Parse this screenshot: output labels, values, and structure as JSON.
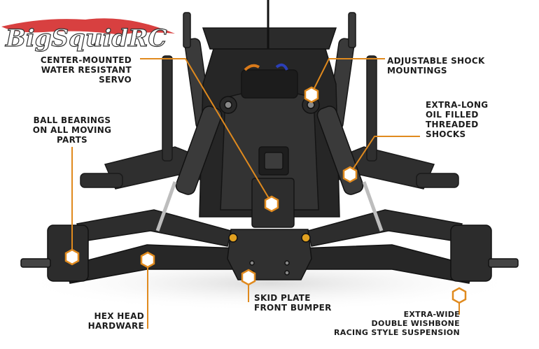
{
  "logo": {
    "text": "BigSquidRC"
  },
  "labels": {
    "servo": [
      "CENTER-MOUNTED",
      "WATER RESISTANT",
      "SERVO"
    ],
    "bearings": [
      "BALL BEARINGS",
      "ON ALL MOVING",
      "PARTS"
    ],
    "shock_mount": [
      "ADJUSTABLE SHOCK",
      "MOUNTINGS"
    ],
    "shocks": [
      "EXTRA-LONG",
      "OIL FILLED",
      "THREADED",
      "SHOCKS"
    ],
    "hex": [
      "HEX HEAD",
      "HARDWARE"
    ],
    "skid": [
      "SKID PLATE",
      "FRONT BUMPER"
    ],
    "suspension": [
      "EXTRA-WIDE",
      "DOUBLE WISHBONE",
      "RACING STYLE SUSPENSION"
    ]
  },
  "colors": {
    "accent": "#e08a1e",
    "logo_red": "#d42b2b",
    "chassis": "#2a2a2a",
    "text": "#1c1c1c"
  }
}
